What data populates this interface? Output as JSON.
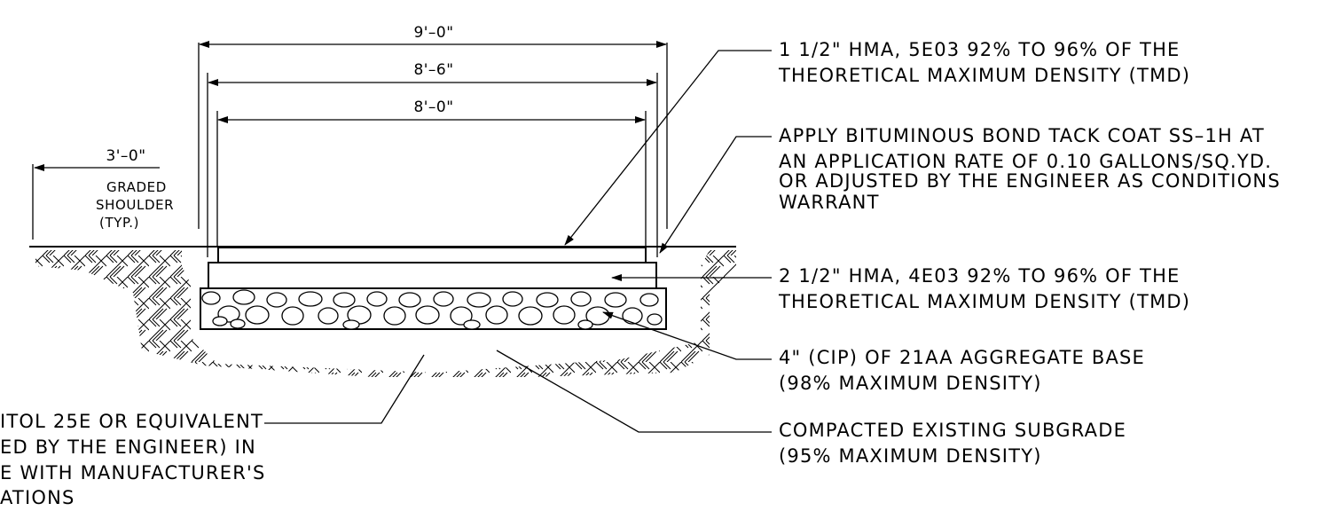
{
  "dimensions": {
    "overall_width": "9'–0\"",
    "mid_width": "8'–6\"",
    "inner_width": "8'–0\"",
    "shoulder_width": "3'–0\""
  },
  "shoulder_note": [
    "GRADED",
    "SHOULDER",
    "(TYP.)"
  ],
  "callouts": {
    "hma_top": [
      "1 1/2\" HMA, 5E03 92% TO 96% OF THE",
      "THEORETICAL MAXIMUM DENSITY (TMD)"
    ],
    "tack_coat": [
      "APPLY BITUMINOUS BOND TACK COAT SS–1H AT",
      "AN APPLICATION RATE OF 0.10 GALLONS/SQ.YD.",
      "OR ADJUSTED BY THE ENGINEER AS CONDITIONS",
      "WARRANT"
    ],
    "hma_base": [
      "2 1/2\" HMA, 4E03 92% TO 96% OF THE",
      "THEORETICAL MAXIMUM DENSITY (TMD)"
    ],
    "aggregate": [
      "4\" (CIP) OF 21AA AGGREGATE BASE",
      "(98% MAXIMUM DENSITY)"
    ],
    "subgrade": [
      "COMPACTED EXISTING SUBGRADE",
      "(95% MAXIMUM DENSITY)"
    ],
    "geotextile": [
      "ITOL 25E OR EQUIVALENT",
      "ED BY THE ENGINEER) IN",
      "E WITH MANUFACTURER'S",
      "ATIONS"
    ]
  },
  "colors": {
    "ink": "#000000",
    "background": "#ffffff"
  }
}
